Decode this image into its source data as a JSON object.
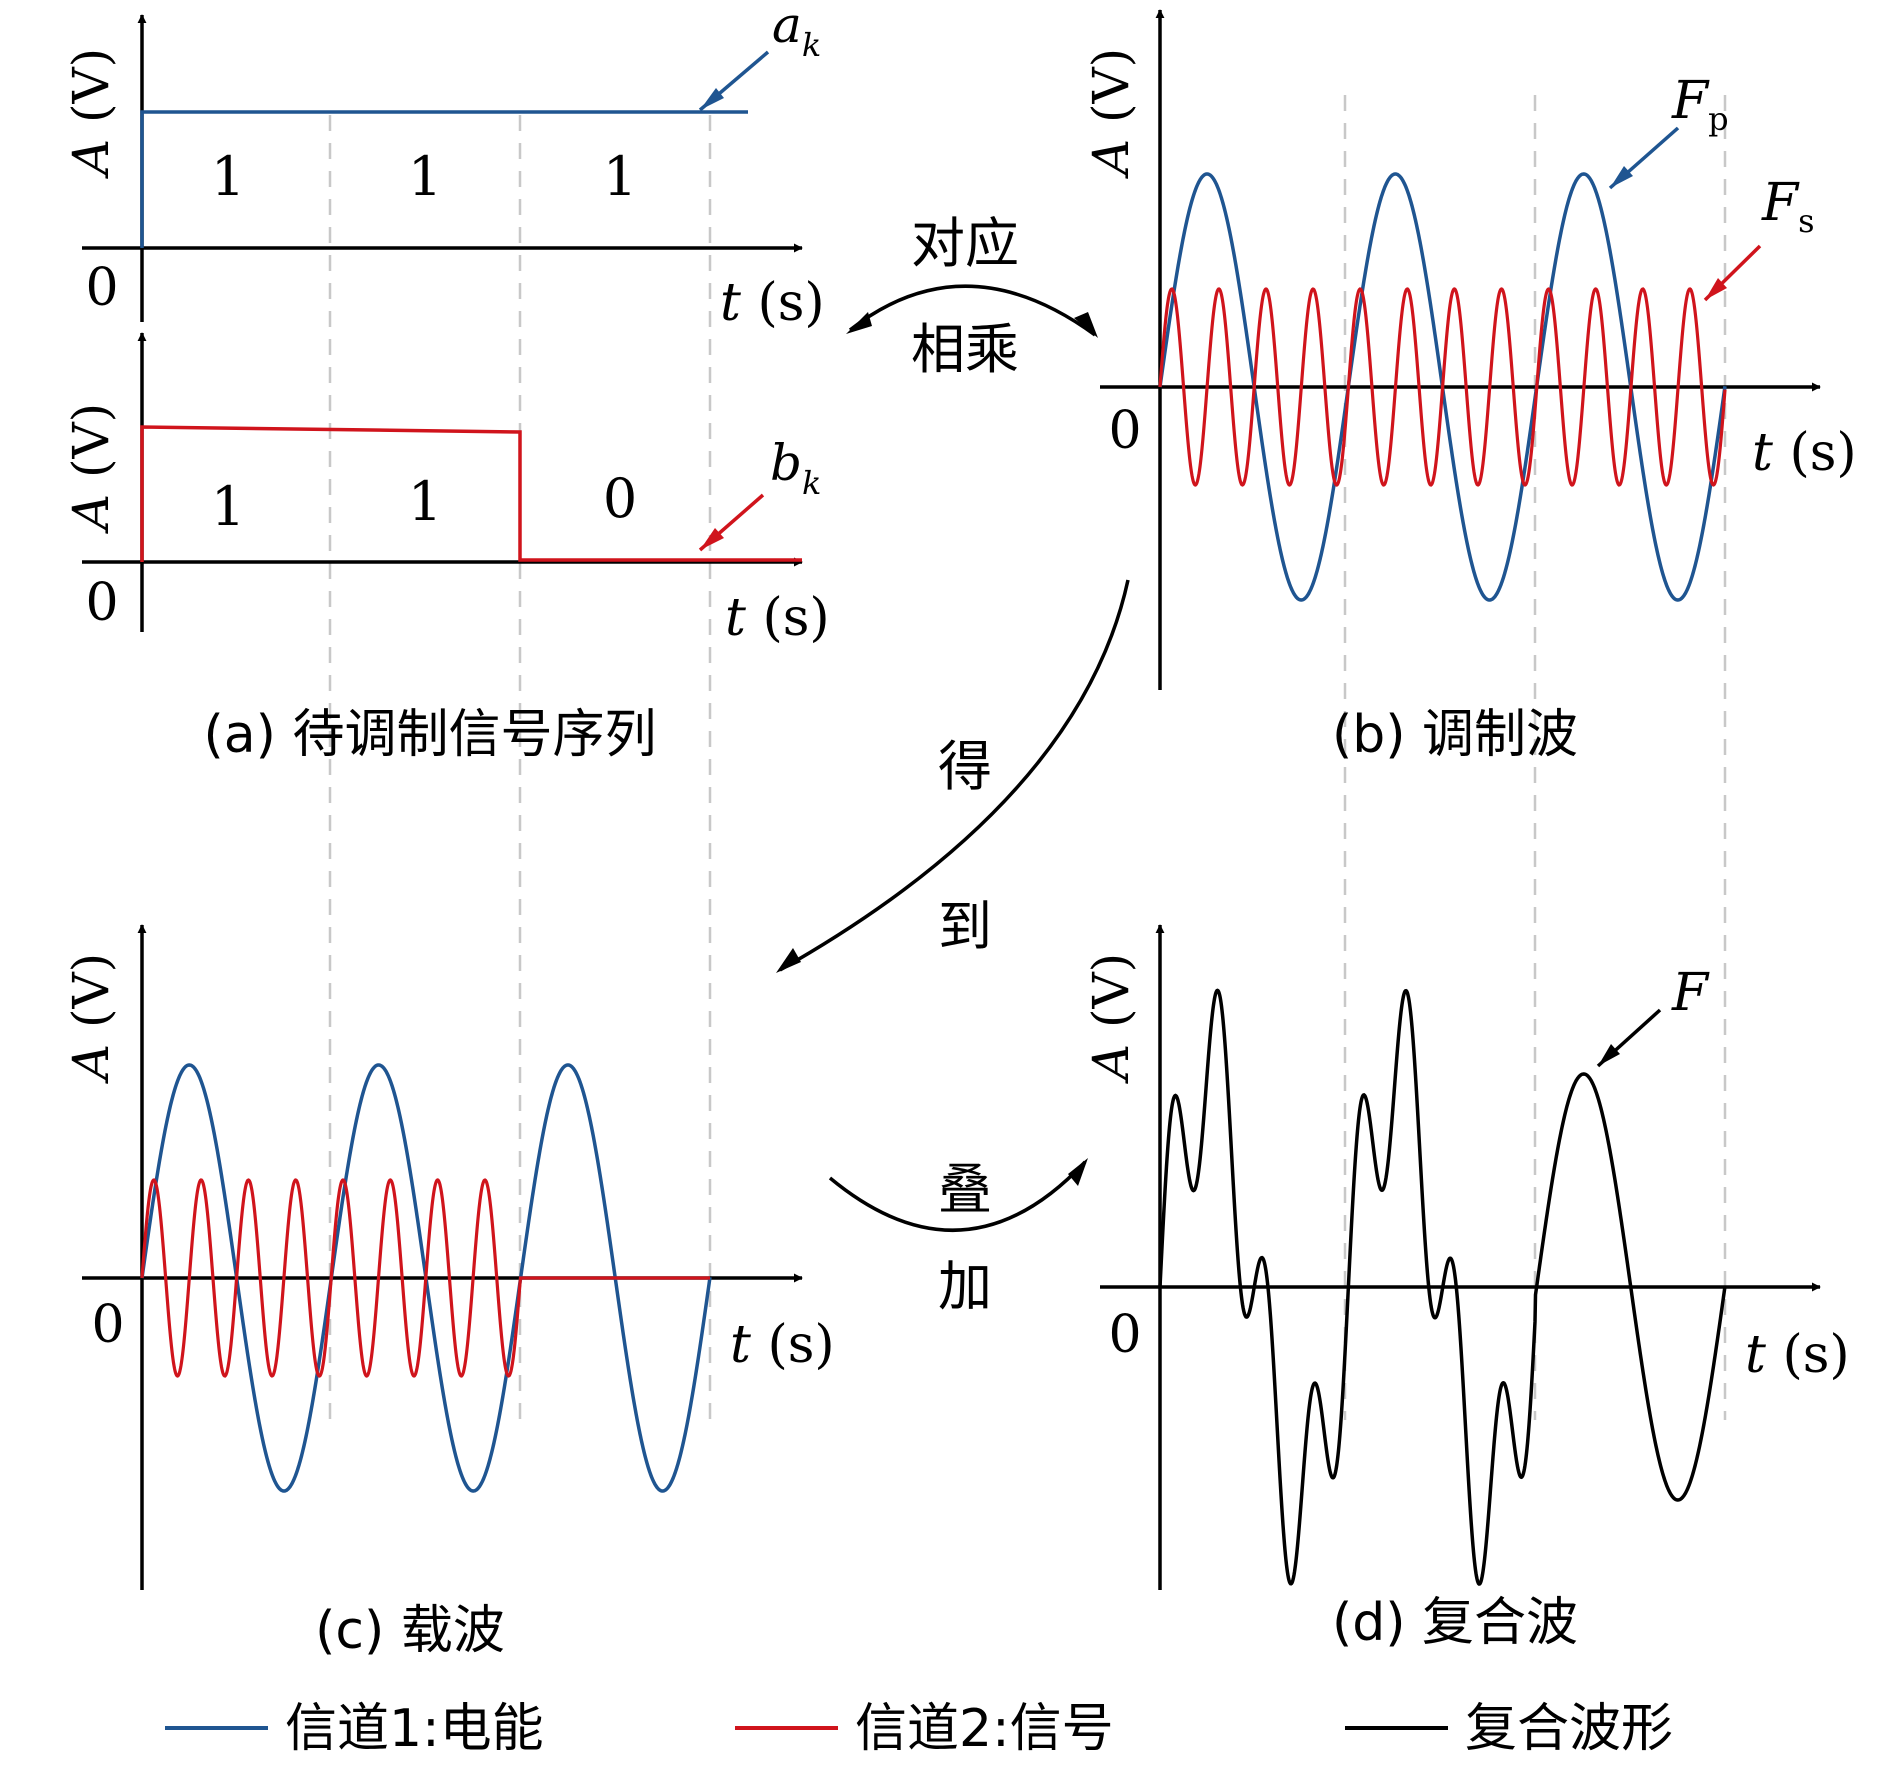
{
  "colors": {
    "power": "#1f5591",
    "signal": "#d0141c",
    "composite": "#000000",
    "axis": "#000000",
    "guide": "#c8c8c8"
  },
  "common": {
    "y_label_main": "A",
    "y_label_unit": "(V)",
    "x_label_main": "t",
    "x_label_unit": "(s)",
    "origin": "0"
  },
  "panel_a": {
    "caption": "(a) 待调制信号序列",
    "top_bits": [
      "1",
      "1",
      "1"
    ],
    "bottom_bits": [
      "1",
      "1",
      "0"
    ],
    "label_a": "a",
    "label_a_sub": "k",
    "label_b": "b",
    "label_b_sub": "k"
  },
  "panel_b": {
    "caption": "(b) 调制波",
    "label_fp": "F",
    "label_fp_sub": "p",
    "label_fs": "F",
    "label_fs_sub": "s"
  },
  "panel_c": {
    "caption": "(c) 载波"
  },
  "panel_d": {
    "caption": "(d) 复合波",
    "label_f": "F"
  },
  "connectors": {
    "multiply_top": "对应",
    "multiply_bottom": "相乘",
    "get_1": "得",
    "get_2": "到",
    "add_1": "叠",
    "add_2": "加"
  },
  "legend": [
    {
      "label": "信道1:电能",
      "color": "#1f5591"
    },
    {
      "label": "信道2:信号",
      "color": "#d0141c"
    },
    {
      "label": "复合波形",
      "color": "#000000"
    }
  ]
}
